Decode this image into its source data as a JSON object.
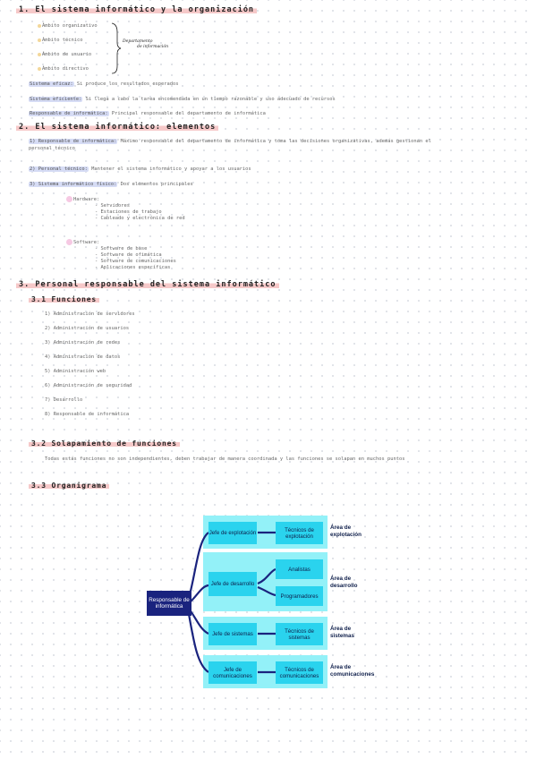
{
  "section1": {
    "title": "1.  El sistema informático y la organización",
    "ambitos": [
      "Ámbito organizativo",
      "Ámbito técnico",
      "Ámbito de usuario",
      "Ámbito directivo"
    ],
    "note_line1": "Departamento",
    "note_line2": "de información",
    "eficaz_term": "Sistema eficaz:",
    "eficaz_desc": " Si produce los resultados esperados",
    "eficiente_term": "Sistema eficiente:",
    "eficiente_desc": " Si llega a cabo la tarea encomendada en un tiempo razonable y uso adecuado de recursos",
    "responsable_term": "Responsable de informática:",
    "responsable_desc": " Principal responsable del departamento de informática"
  },
  "section2": {
    "title": "2. El sistema informático: elementos",
    "item1_term": "1) Responsable de informática:",
    "item1_desc": " Máximo responsable del departamento de informática y toma las decisiones organizativas, además gestionan el",
    "item1_desc2": "personal técnico",
    "item2_term": "2) Personal técnico:",
    "item2_desc": " Mantener el sistema informático y apoyar a los usuarios",
    "item3_term": "3) Sistema informático físico:",
    "item3_desc": " Dos elementos principales",
    "hardware_label": "Hardware:",
    "hardware_items": [
      "- Servidores",
      "- Estaciones de trabajo",
      "- Cableado y electrónica de red"
    ],
    "software_label": "Software:",
    "software_items": [
      "- Software de base",
      "- Software de ofimática",
      "- Software de comunicaciones",
      "- Aplicaciones específicas"
    ]
  },
  "section3": {
    "title": "3. Personal responsable del sistema informático",
    "sub1_title": "3.1 Funciones",
    "funciones": [
      "1)  Administración de servidores",
      "2)  Administración de usuarios",
      "3)  Administración de redes",
      "4)  Administración de datos",
      "5)  Administración web",
      "6)  Administración de seguridad",
      "7)  Desarrollo",
      "8)  Responsable de informática"
    ],
    "sub2_title": "3.2 Solapamiento de funciones",
    "sub2_text": "Todas estás funciones no son independientes, deben trabajar de manera coordinada y las funciones se solapan en muchos puntos",
    "sub3_title": "3.3 Organigrama"
  },
  "orgchart": {
    "root": "Responsable de informática",
    "jefe_explotacion": "Jefe de explotación",
    "tecnicos_explotacion": "Técnicos de explotación",
    "area_explotacion": "Área de explotación",
    "jefe_desarrollo": "Jefe de desarrollo",
    "analistas": "Analistas",
    "programadores": "Programadores",
    "area_desarrollo": "Área de desarrollo",
    "jefe_sistemas": "Jefe de sistemas",
    "tecnicos_sistemas": "Técnicos de sistemas",
    "area_sistemas": "Área de sistemas",
    "jefe_comunicaciones": "Jefe de comunicaciones",
    "tecnicos_comunicaciones": "Técnicos de comunicaciones",
    "area_comunicaciones": "Área de comunicaciones",
    "colors": {
      "root": "#1a237e",
      "box": "#2ad3ee",
      "band": "#93f1f8",
      "line": "#1a237e"
    }
  }
}
